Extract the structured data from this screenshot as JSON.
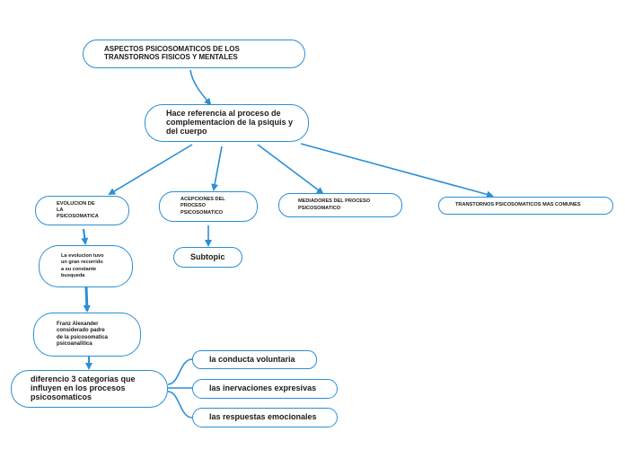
{
  "colors": {
    "line": "#2a8fd6",
    "border": "#2a8fd6",
    "text": "#1a1a1a"
  },
  "nodes": {
    "root": {
      "text": "ASPECTOS PSICOSOMATICOS DE LOS TRANSTORNOS FISICOS Y MENTALES"
    },
    "definition": {
      "text": "Hace referencia al proceso de complementacion de la psiquis y del cuerpo"
    },
    "evolucion": {
      "text": "EVOLUCION DE LA PSICOSOMATICA"
    },
    "acepciones": {
      "text": "ACEPCIONES DEL PROCESO PSICOSOMATICO"
    },
    "mediadores": {
      "text": "MEDIADORES DEL PROCESO PSICOSOMATICO"
    },
    "transtornos": {
      "text": "TRANSTORNOS PSICOSOMATICOS MAS COMUNES"
    },
    "subtopic": {
      "text": "Subtopic"
    },
    "recorrido": {
      "text": "La evolucion tuvo un gran recorrido a su constante busqueda"
    },
    "franz": {
      "text": "Franz Alexander considerado padre de la psicosomatica psicoanalitica"
    },
    "categorias": {
      "text": "diferencio 3 categorias que influyen en los procesos psicosomaticos"
    },
    "conducta": {
      "text": "la conducta voluntaria"
    },
    "inervaciones": {
      "text": "las inervaciones expresivas"
    },
    "respuestas": {
      "text": "las respuestas emocionales"
    }
  }
}
